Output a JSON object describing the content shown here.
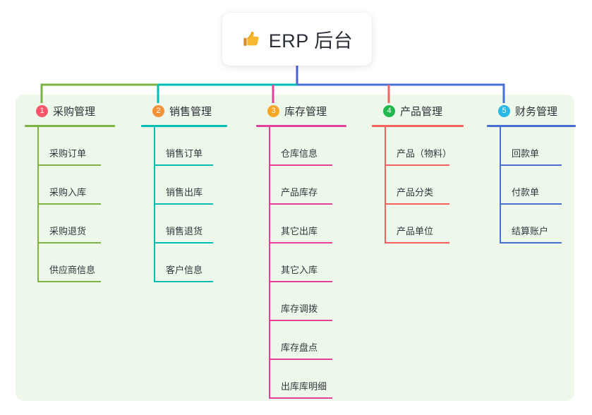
{
  "root": {
    "icon": "thumbs-up-icon",
    "title": "ERP 后台"
  },
  "colors": {
    "panel_bg": "#eef8ea",
    "page_bg": "#ffffff",
    "branch1": "#7cb342",
    "branch2": "#00bcb4",
    "branch3": "#e43f9a",
    "branch4": "#f5615c",
    "branch5": "#4a6fd4",
    "badge1": "#f4566b",
    "badge2": "#f39237",
    "badge3": "#f5a623",
    "badge4": "#22b84d",
    "badge5": "#29b6e8",
    "root_stem": "#4a5fd0"
  },
  "branches": [
    {
      "num": "1",
      "title": "采购管理",
      "line_color": "#7cb342",
      "badge_color": "#f4566b",
      "items": [
        "采购订单",
        "采购入库",
        "采购退货",
        "供应商信息"
      ]
    },
    {
      "num": "2",
      "title": "销售管理",
      "line_color": "#00bcb4",
      "badge_color": "#f39237",
      "items": [
        "销售订单",
        "销售出库",
        "销售退货",
        "客户信息"
      ]
    },
    {
      "num": "3",
      "title": "库存管理",
      "line_color": "#e43f9a",
      "badge_color": "#f5a623",
      "items": [
        "仓库信息",
        "产品库存",
        "其它出库",
        "其它入库",
        "库存调拨",
        "库存盘点",
        "出库库明细"
      ]
    },
    {
      "num": "4",
      "title": "产品管理",
      "line_color": "#f5615c",
      "badge_color": "#22b84d",
      "items": [
        "产品（物料）",
        "产品分类",
        "产品单位"
      ]
    },
    {
      "num": "5",
      "title": "财务管理",
      "line_color": "#4a6fd4",
      "badge_color": "#29b6e8",
      "items": [
        "回款单",
        "付款单",
        "结算账户"
      ]
    }
  ]
}
